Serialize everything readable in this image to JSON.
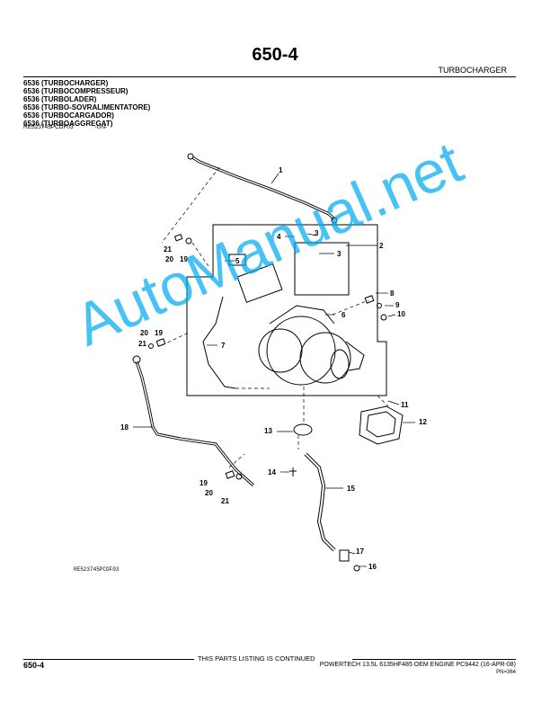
{
  "header": {
    "page_title": "650-4",
    "section_name": "TURBOCHARGER"
  },
  "part_names": [
    "6536 (TURBOCHARGER)",
    "6536 (TURBOCOMPRESSEUR)",
    "6536 (TURBOLADER)",
    "6536 (TURBO-SOVRALIMENTATORE)",
    "6536 (TURBOCARGADOR)",
    "6536 (TURBOAGGREGAT)"
  ],
  "reference": {
    "code": "RE523745PCDF03",
    "suffix": "-UN-"
  },
  "diagram": {
    "image_code": "RE523745PCDF03",
    "callouts": [
      "1",
      "2",
      "3",
      "3",
      "4",
      "5",
      "6",
      "7",
      "8",
      "9",
      "10",
      "11",
      "12",
      "13",
      "14",
      "15",
      "16",
      "17",
      "18",
      "19",
      "19",
      "20",
      "20",
      "21",
      "21",
      "21"
    ]
  },
  "watermark": "AutoManual.net",
  "footer": {
    "continued": "THIS PARTS LISTING IS CONTINUED",
    "page_number": "650-4",
    "engine_line": "POWERTECH 13.5L  6135HF485 OEM ENGINE   PC9442    (16-APR-08)",
    "pn": "PN=364"
  },
  "colors": {
    "watermark": "#00aaf0",
    "ink": "#000000"
  }
}
